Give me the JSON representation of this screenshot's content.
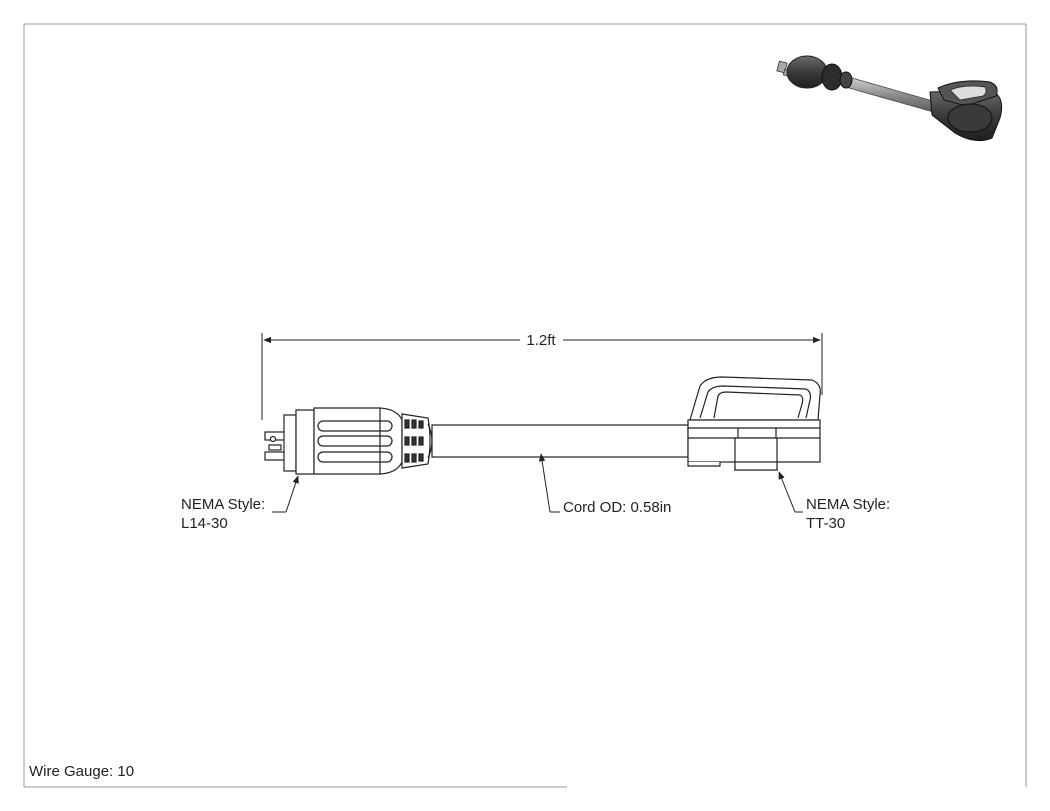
{
  "dimension": {
    "length": "1.2ft"
  },
  "callouts": {
    "plug": {
      "line1": "NEMA Style:",
      "line2": "L14-30"
    },
    "cord": {
      "text": "Cord OD: 0.58in"
    },
    "receptacle": {
      "line1": "NEMA Style:",
      "line2": "TT-30"
    }
  },
  "footer": {
    "wire_gauge": "Wire Gauge: 10"
  }
}
